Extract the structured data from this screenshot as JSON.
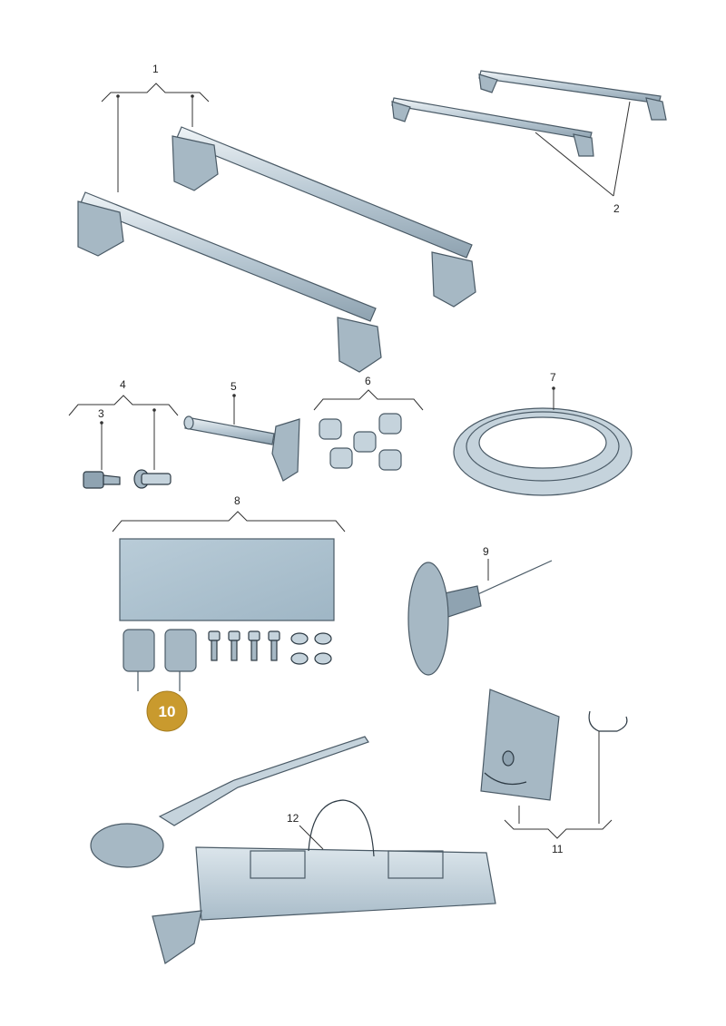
{
  "callouts": {
    "c1": "1",
    "c2": "2",
    "c3": "3",
    "c4": "4",
    "c5": "5",
    "c6": "6",
    "c7": "7",
    "c8": "8",
    "c9": "9",
    "c10": "10",
    "c11": "11",
    "c12": "12"
  },
  "colors": {
    "part_fill": "#c5d3dc",
    "part_light": "#e2eaef",
    "part_dark": "#8fa3b1",
    "highlight_badge": "#c99a2e",
    "line": "#333333"
  }
}
